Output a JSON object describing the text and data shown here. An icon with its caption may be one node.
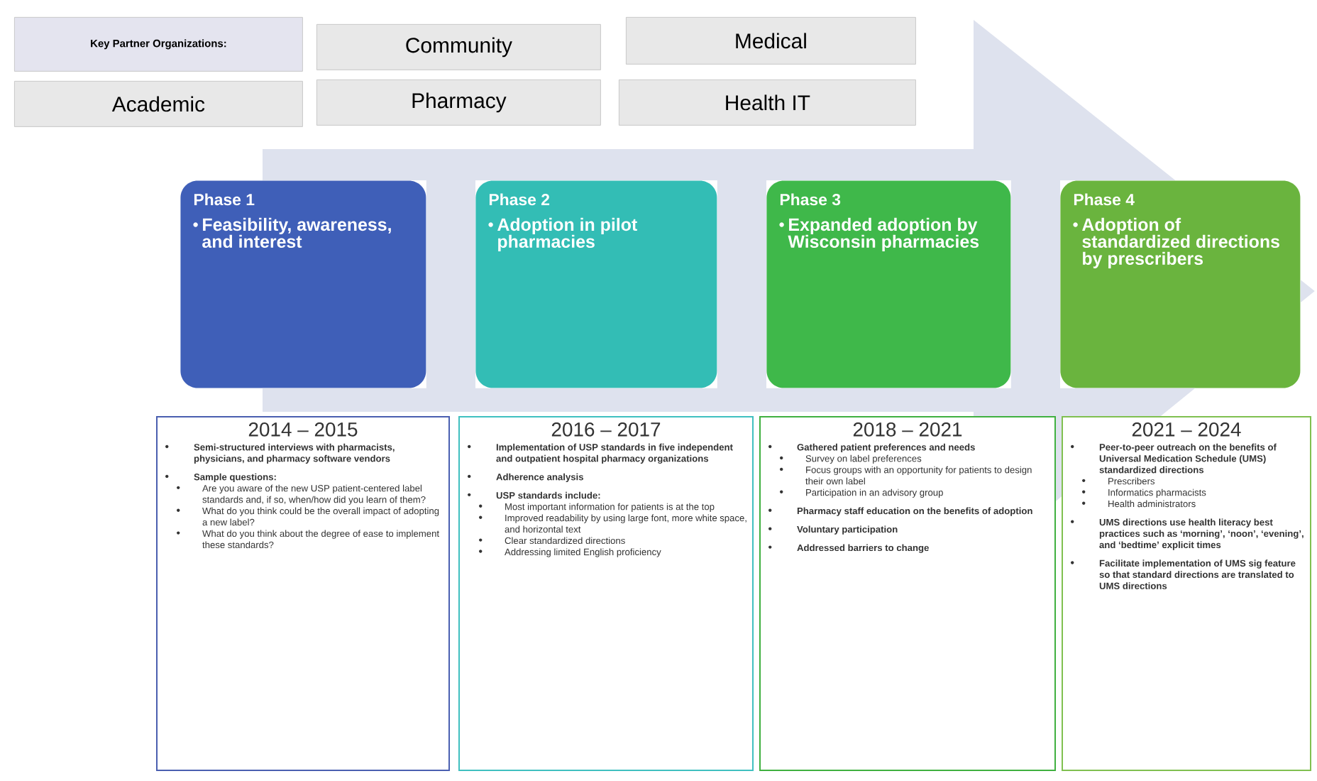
{
  "diagram": {
    "nodes": [
      {
        "text": [
          "Key Partner Organizations:"
        ]
      },
      {
        "text": [
          "Community"
        ]
      },
      {
        "text": [
          "Medical"
        ]
      },
      {
        "text": [
          "Academic"
        ]
      },
      {
        "text": [
          "Pharmacy"
        ]
      },
      {
        "text": [
          "Health IT"
        ]
      },
      {
        "text": [
          "Phase 1",
          "Feasibility, awareness, and interest"
        ]
      },
      {
        "text": [
          "Phase 2",
          "Adoption in pilot pharmacies"
        ]
      },
      {
        "text": [
          "Phase 3",
          "Expanded adoption by Wisconsin pharmacies"
        ]
      },
      {
        "text": [
          "Phase 4",
          "Adoption of standardized directions by prescribers"
        ]
      },
      {
        "text": [
          "2014 – 2015",
          "Semi-structured interviews with pharmacists, physicians, and pharmacy software vendors",
          "Sample questions:",
          "Are you aware of the new USP patient-centered label standards and, if so, when/how did you learn of them?",
          "What do you think could be the overall impact of adopting a new label?",
          "What do you think about the degree of ease to implement these standards?"
        ]
      },
      {
        "text": [
          "2016 – 2017",
          "Implementation of USP standards in five independent and outpatient hospital pharmacy organizations",
          "Adherence analysis",
          "USP standards include:",
          "Most important information for patients is at the top",
          "Improved readability by using large font, more white space, and horizontal text",
          "Clear standardized directions",
          "Addressing limited English proficiency"
        ]
      },
      {
        "text": [
          "2018 – 2021",
          "Gathered patient preferences and needs",
          "Survey on label preferences",
          "Focus groups with an opportunity for patients to design their own label",
          "Participation in an advisory group",
          "Pharmacy staff education on the benefits of adoption",
          "Voluntary participation",
          "Addressed barriers to change"
        ]
      },
      {
        "text": [
          "2021 – 2024",
          "Peer-to-peer outreach on the benefits of Universal Medication Schedule (UMS) standardized directions",
          "Prescribers",
          "Informatics pharmacists",
          "Health administrators",
          "UMS directions use health literacy best practices such as ‘morning’, ‘noon’, ‘evening’, and ‘bedtime’ explicit times",
          "Facilitate implementation of UMS sig feature so that standard directions are translated to UMS directions"
        ]
      }
    ],
    "edges": [
      {
        "from": 6,
        "to": 9,
        "arrow": "to"
      }
    ]
  }
}
